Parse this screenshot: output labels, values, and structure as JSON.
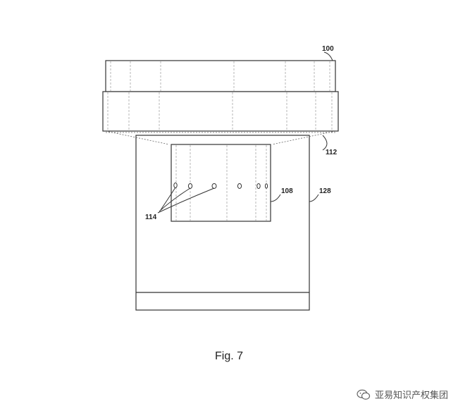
{
  "figure": {
    "caption": "Fig. 7",
    "labels": {
      "ref_100": "100",
      "ref_112": "112",
      "ref_108": "108",
      "ref_128": "128",
      "ref_114": "114"
    }
  },
  "watermark": {
    "text": "亚易知识产权集团",
    "icon": "wechat-icon"
  }
}
